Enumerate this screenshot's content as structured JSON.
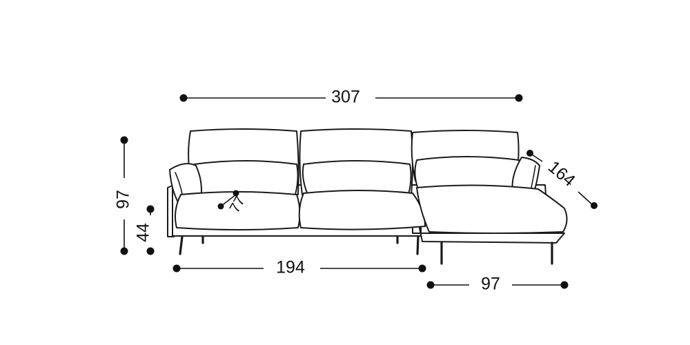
{
  "dimensions": {
    "overall_width": "307",
    "sofa_width": "194",
    "chaise_width": "97",
    "chaise_depth": "164",
    "height": "97",
    "seat_height": "44",
    "seat_depth": "77"
  }
}
